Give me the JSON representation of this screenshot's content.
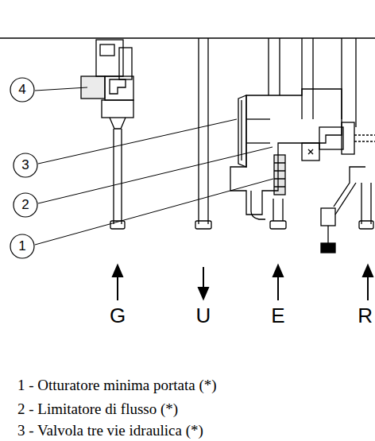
{
  "diagram": {
    "nodes": [
      {
        "text": [
          "4"
        ]
      },
      {
        "text": [
          "3"
        ]
      },
      {
        "text": [
          "2"
        ]
      },
      {
        "text": [
          "1"
        ]
      }
    ],
    "labels": [
      "G",
      "U",
      "E",
      "R",
      "1 - Otturatore minima portata (*)",
      "2 - Limitatore di flusso (*)",
      "3 - Valvola tre vie idraulica (*)"
    ]
  }
}
